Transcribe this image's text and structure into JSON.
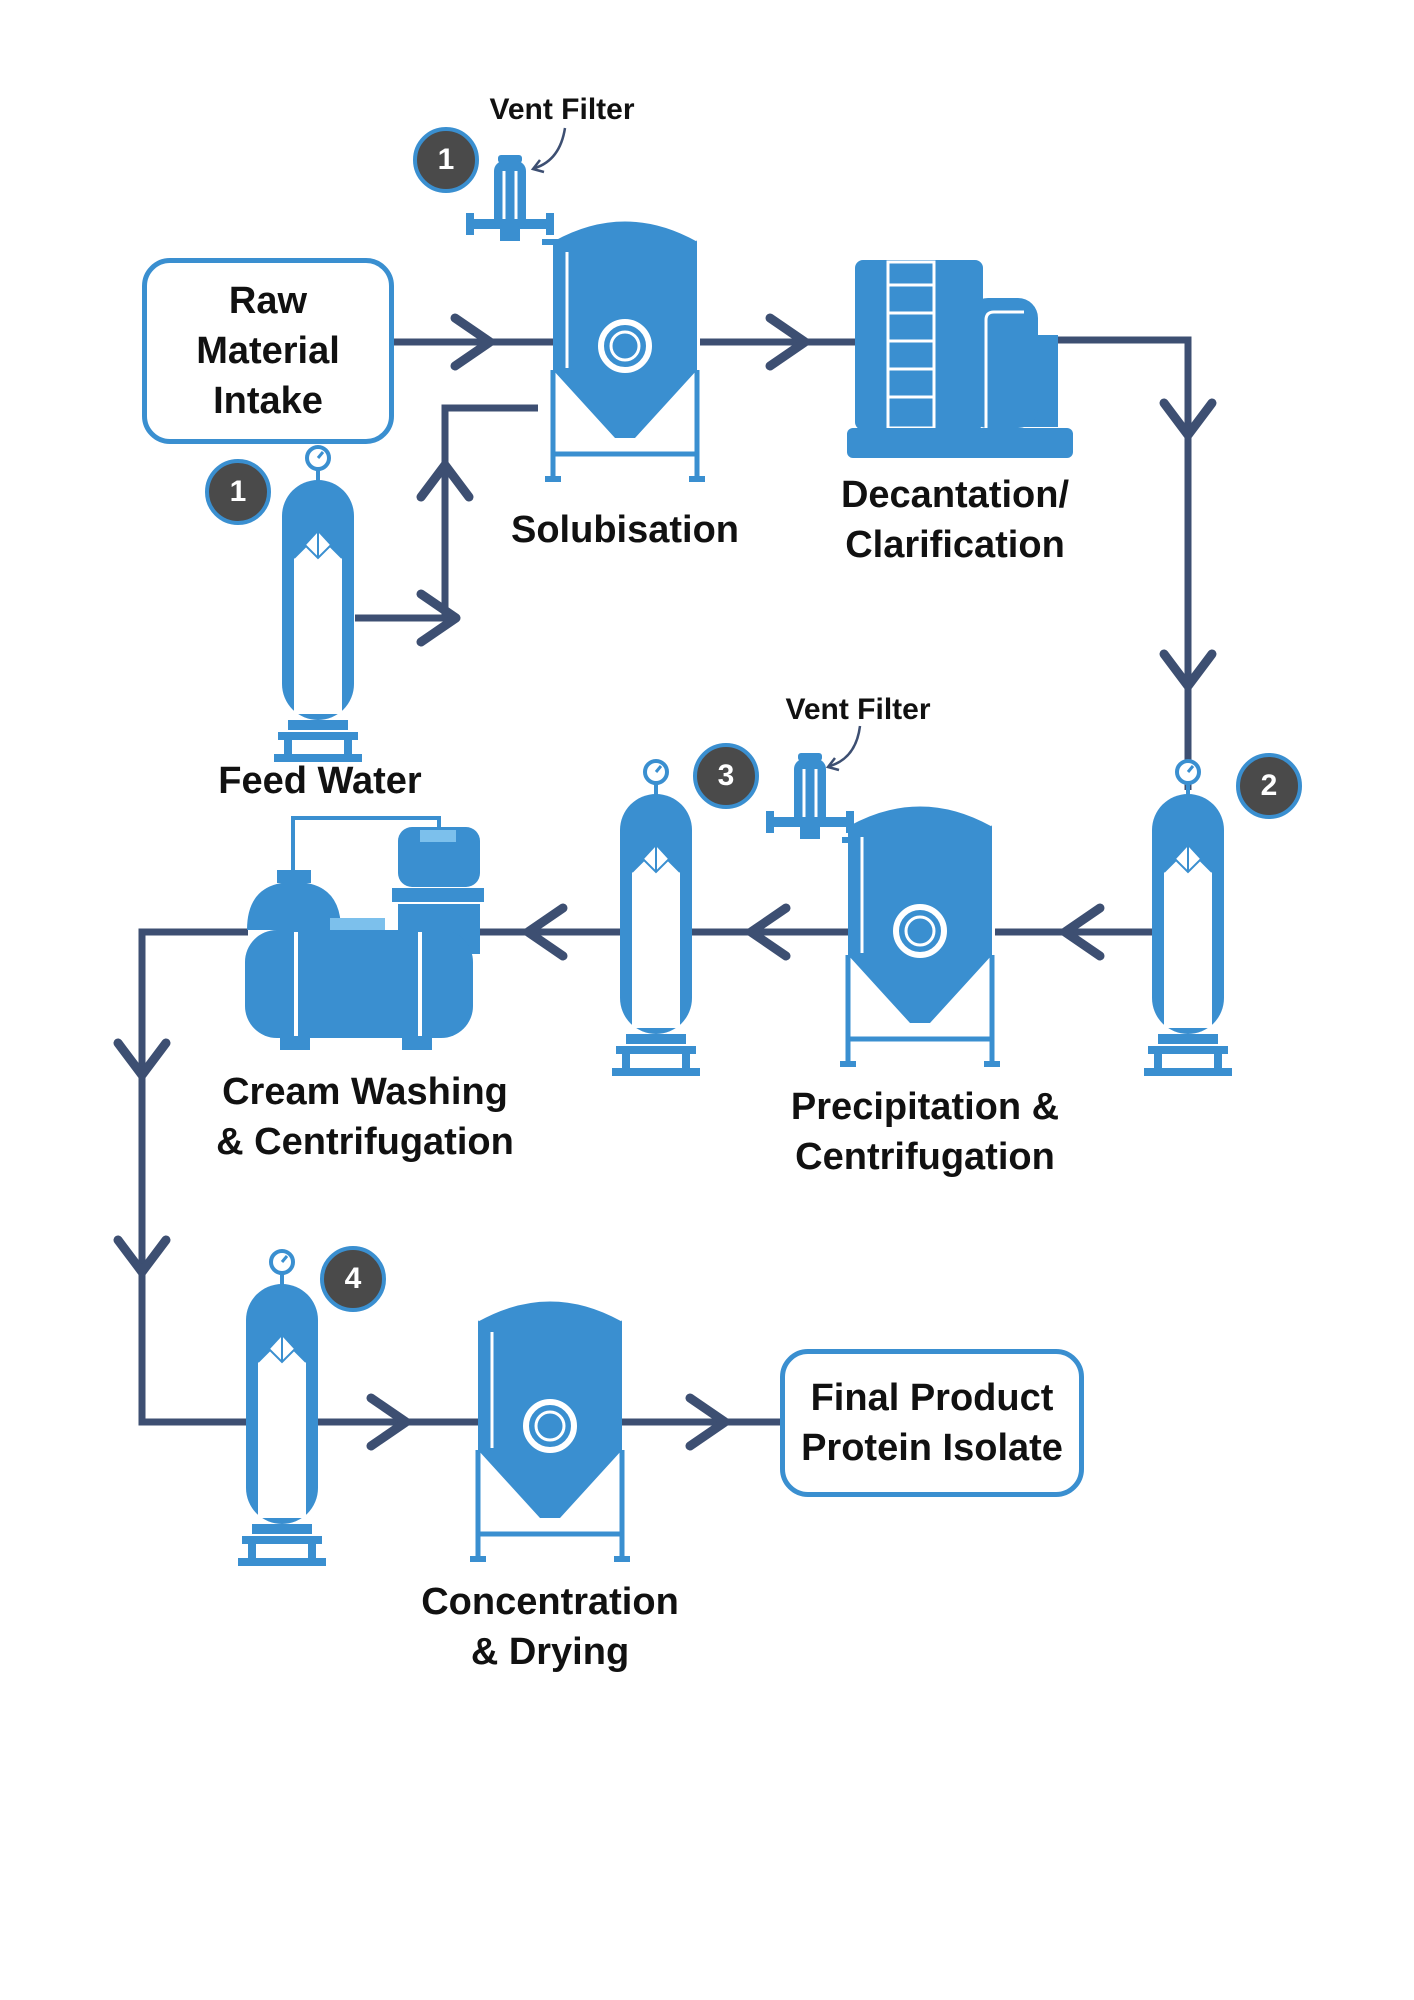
{
  "colors": {
    "flow": "#3d4f72",
    "equipment": "#3a8fd0",
    "equipment_light": "#7cc0ec",
    "badge": "#4a4a4a",
    "box_border": "#3a8fd0"
  },
  "boxes": {
    "raw_material": "Raw\nMaterial\nIntake",
    "final_product": "Final Product\nProtein Isolate"
  },
  "labels": {
    "solubisation": "Solubisation",
    "decantation": "Decantation/\nClarification",
    "feed_water": "Feed Water",
    "precipitation": "Precipitation &\nCentrifugation",
    "cream_washing": "Cream Washing\n& Centrifugation",
    "concentration": "Concentration\n& Drying"
  },
  "vent_filters": {
    "top": "Vent Filter",
    "middle": "Vent Filter"
  },
  "badges": {
    "vent_top": "1",
    "feed_water": "1",
    "filter_right": "2",
    "filter_middle": "3",
    "filter_bottom": "4"
  },
  "icons": [
    "vent-filter-icon",
    "fermenter-tank-icon",
    "decanter-tank-icon",
    "cartridge-filter-icon",
    "centrifuge-icon",
    "pressure-gauge-icon",
    "flow-arrow-icon"
  ]
}
